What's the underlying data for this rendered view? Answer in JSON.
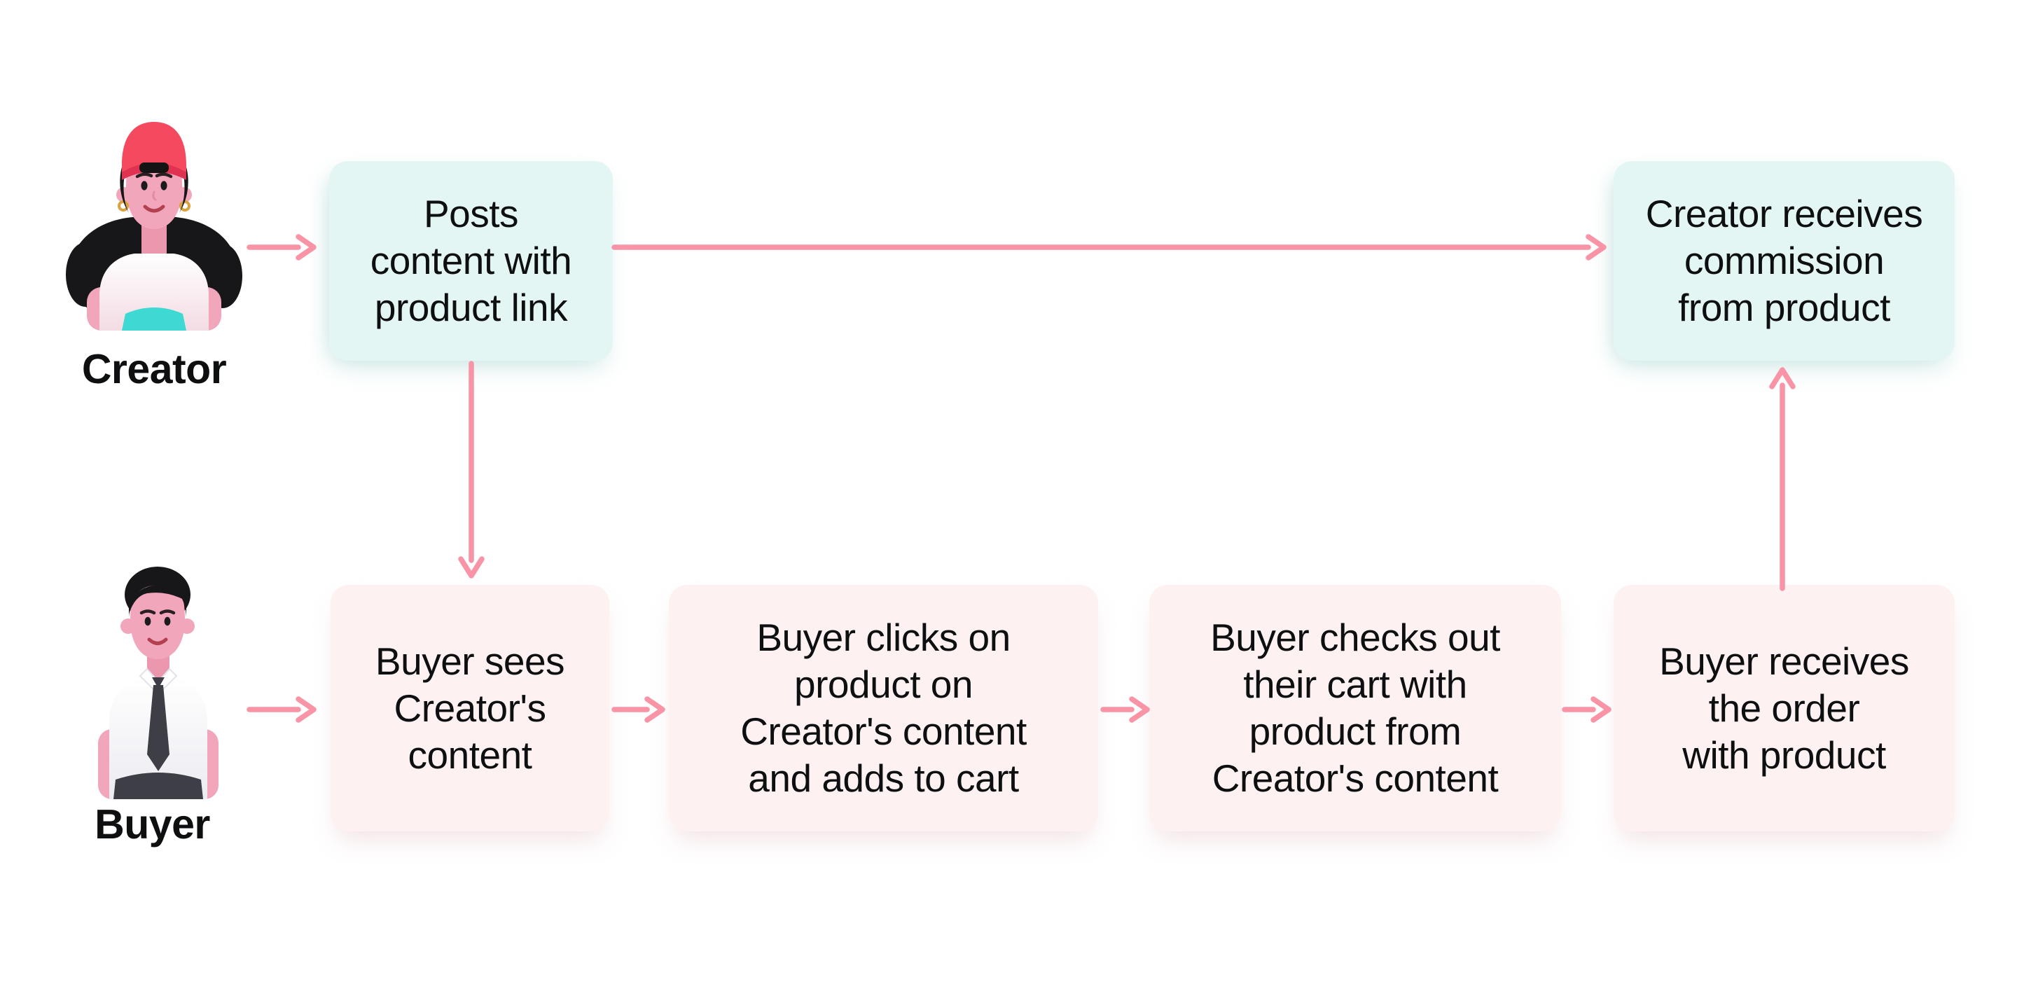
{
  "colors": {
    "bg": "#ffffff",
    "box-teal": "#e4f6f4",
    "box-pink": "#fdf1f1",
    "arrow": "#f894a5",
    "text": "#0e0f10",
    "skin": "#f2a6bb",
    "skin-shade": "#eb98ae",
    "hair": "#17171a",
    "cap": "#f4495f",
    "cap-dark": "#e03352",
    "skirt": "#3fd9d3",
    "gold": "#d9a13f",
    "tie": "#3e3e46",
    "pants": "#3e3e46"
  },
  "actors": {
    "creator": {
      "label": "Creator"
    },
    "buyer": {
      "label": "Buyer"
    }
  },
  "flow": {
    "creator_posts": "Posts\ncontent with\nproduct link",
    "creator_commission": "Creator receives\ncommission\nfrom product",
    "buyer_sees": "Buyer sees\nCreator's\ncontent",
    "buyer_clicks": "Buyer clicks on\nproduct on\nCreator's content\nand adds to cart",
    "buyer_checkout": "Buyer checks out\ntheir cart with\nproduct from\nCreator's content",
    "buyer_receives": "Buyer receives\nthe order\nwith product"
  }
}
